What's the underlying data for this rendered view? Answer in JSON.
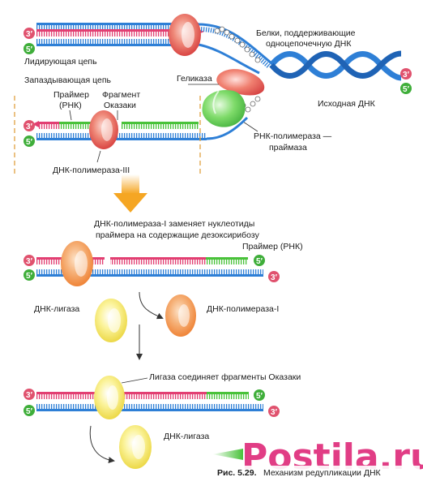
{
  "colors": {
    "strand_blue": "#2e7fd6",
    "strand_pink": "#e23f72",
    "primer_green": "#49c23a",
    "enzyme_red": "#e04a4a",
    "enzyme_yellow": "#f2e24a",
    "enzyme_orange": "#f08a35",
    "arrow_orange": "#f5a623",
    "label_3prime": "#e0526e",
    "label_5prime": "#3fae3a",
    "watermark": "#e0337f"
  },
  "end_labels": {
    "three": "3′",
    "five": "5′"
  },
  "panel1": {
    "leading_strand": "Лидирующая цепь",
    "ssb_proteins_line1": "Белки, поддерживающие",
    "ssb_proteins_line2": "одноцепочечную ДНК",
    "helicase": "Геликаза",
    "lagging_strand": "Запаздывающая цепь",
    "primer_line1": "Праймер",
    "primer_line2": "(РНК)",
    "okazaki_line1": "Фрагмент",
    "okazaki_line2": "Оказаки",
    "parent_dna": "Исходная ДНК",
    "primase_line1": "РНК-полимераза —",
    "primase_line2": "праймаза",
    "pol3": "ДНК-полимераза-III"
  },
  "panel2": {
    "pol1_desc_line1": "ДНК-полимераза-I заменяет нуклеотиды",
    "pol1_desc_line2": "праймера на содержащие дезоксирибозу",
    "primer": "Праймер (РНК)",
    "ligase": "ДНК-лигаза",
    "pol1": "ДНК-полимераза-I"
  },
  "panel3": {
    "ligase_joins": "Лигаза соединяет фрагменты Оказаки",
    "ligase": "ДНК-лигаза"
  },
  "caption": {
    "prefix": "Рис. 5.29.",
    "text": "Механизм редупликации ДНК"
  },
  "watermark": "Postila.ru",
  "icons": {
    "helix": "dna-helix-icon",
    "ssb": "protein-cluster-icon",
    "arrow": "down-arrow-icon"
  }
}
